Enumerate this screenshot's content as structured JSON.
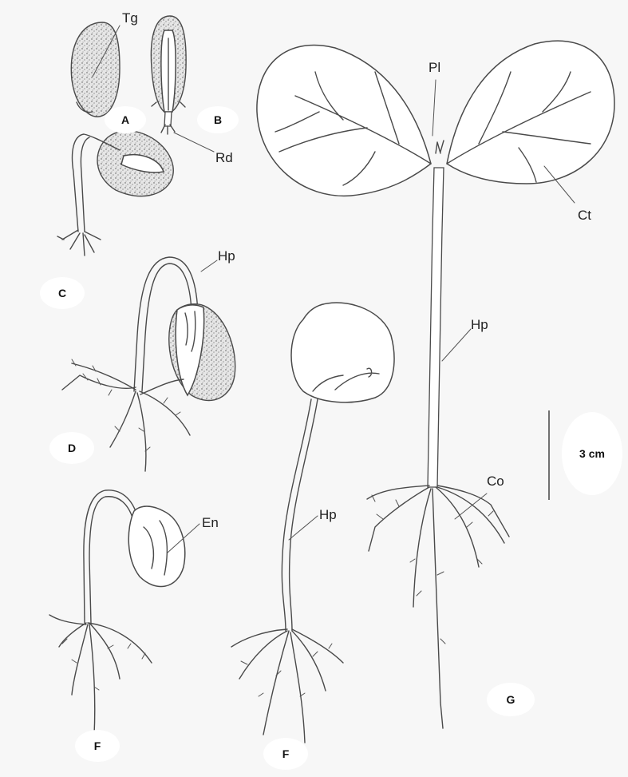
{
  "figure": {
    "callouts": {
      "tg": "Tg",
      "rd": "Rd",
      "hp_d": "Hp",
      "en": "En",
      "hp_e": "Hp",
      "pl": "Pl",
      "ct": "Ct",
      "hp_g": "Hp",
      "co": "Co"
    },
    "panels": {
      "a": "A",
      "b": "B",
      "c": "C",
      "d": "D",
      "f1": "F",
      "f2": "F",
      "g": "G"
    },
    "scale_bar_label": "3 cm"
  }
}
